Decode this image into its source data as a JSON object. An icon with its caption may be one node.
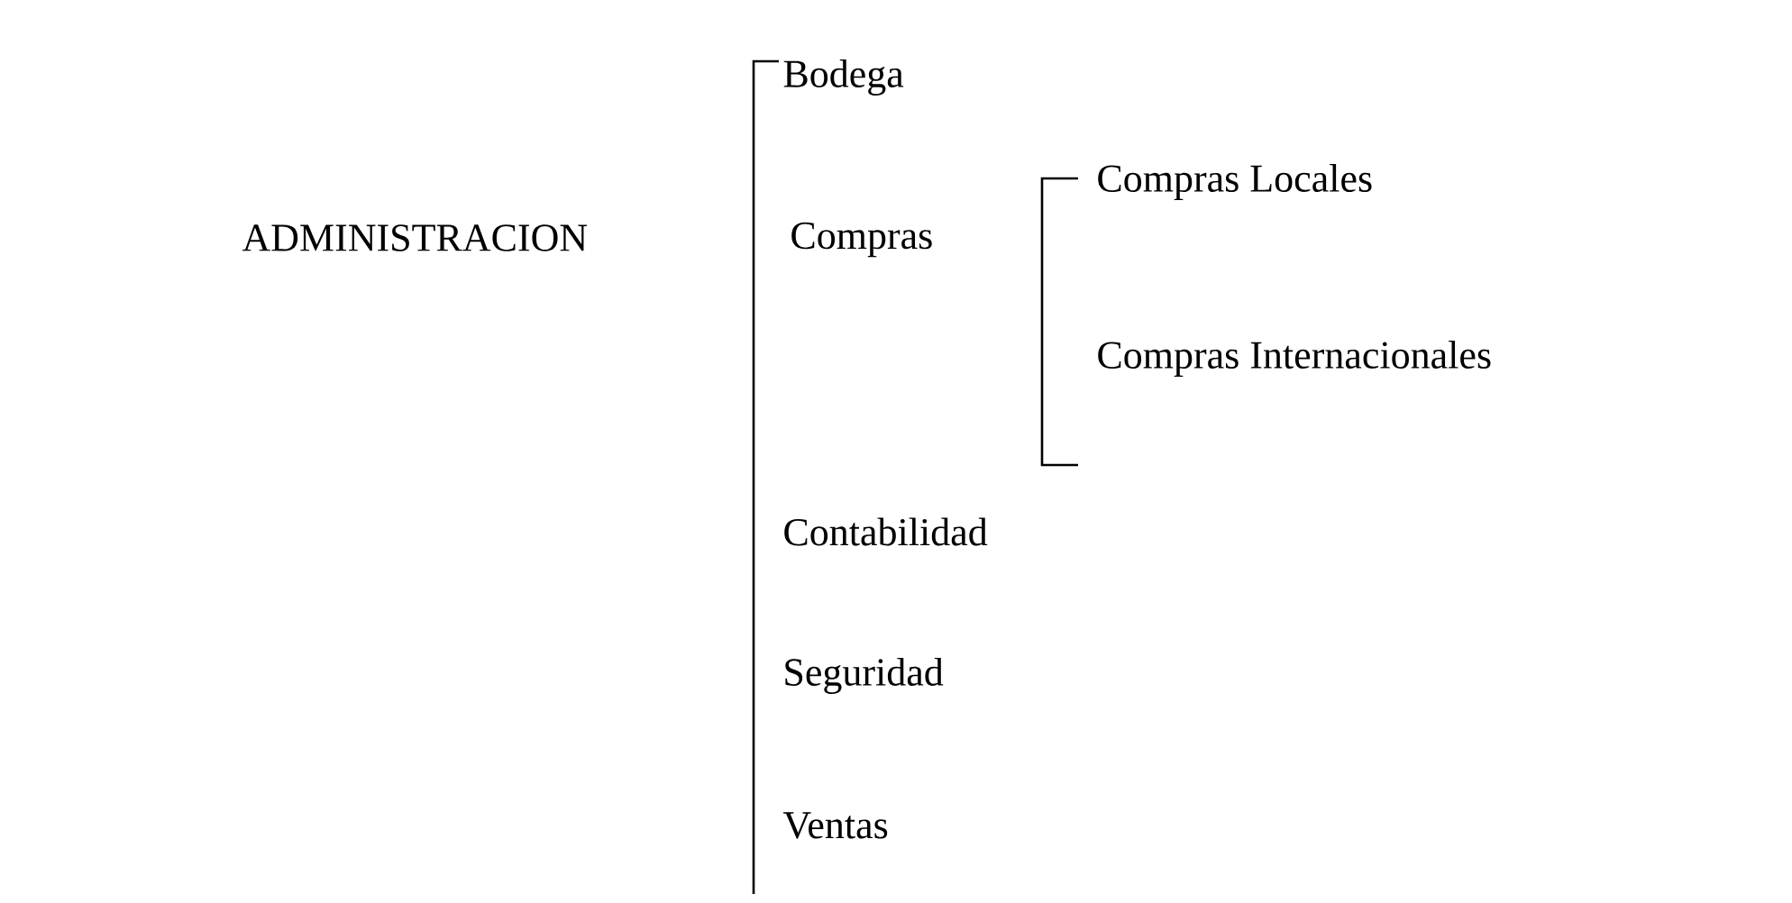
{
  "diagram": {
    "nodes": [
      {
        "text": [
          "ADMINISTRACION"
        ]
      },
      {
        "text": [
          "Bodega"
        ]
      },
      {
        "text": [
          "Compras"
        ]
      },
      {
        "text": [
          "Compras Locales"
        ]
      },
      {
        "text": [
          "Compras Internacionales"
        ]
      },
      {
        "text": [
          "Contabilidad"
        ]
      },
      {
        "text": [
          "Seguridad"
        ]
      },
      {
        "text": [
          "Ventas"
        ]
      }
    ]
  }
}
